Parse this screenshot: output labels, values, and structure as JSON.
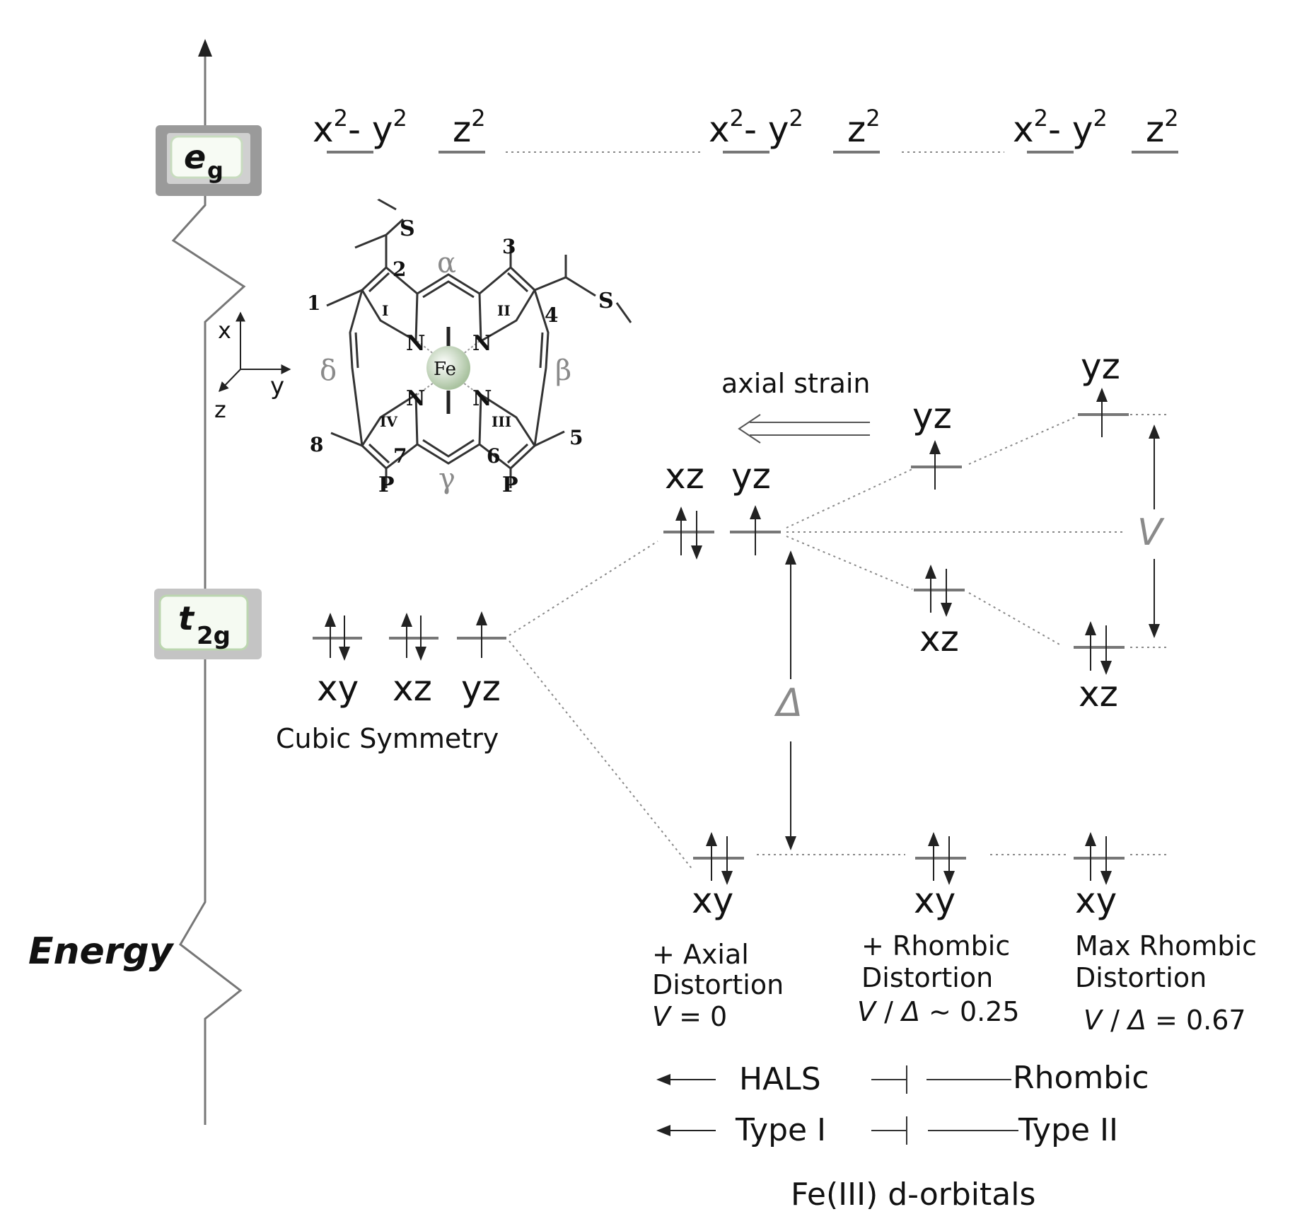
{
  "energy_axis": {
    "label": "Energy"
  },
  "boxes": {
    "eg": "e",
    "eg_sub": "g",
    "t2g": "t",
    "t2g_sub": "2g"
  },
  "eg_levels": {
    "x2y2_base": "x",
    "x2y2_sup": "2",
    "x2y2_mid": "- y",
    "x2y2_sup2": "2",
    "z2_base": "z",
    "z2_sup": "2"
  },
  "porphyrin": {
    "metal": "Fe",
    "nitrogen": "N",
    "sulfur": "S",
    "propionate": "P",
    "positions": [
      "1",
      "2",
      "3",
      "4",
      "5",
      "6",
      "7",
      "8"
    ],
    "rings": [
      "I",
      "II",
      "III",
      "IV"
    ],
    "meso": [
      "α",
      "β",
      "γ",
      "δ"
    ],
    "axes": [
      "x",
      "y",
      "z"
    ]
  },
  "columns": {
    "cubic": {
      "orbitals": [
        "xy",
        "xz",
        "yz"
      ],
      "caption": "Cubic Symmetry"
    },
    "axial": {
      "upper": [
        "xz",
        "yz"
      ],
      "lower": "xy",
      "caption": [
        "+ Axial",
        "Distortion"
      ],
      "param_var": "V",
      "param_rest": " = 0"
    },
    "rhombic": {
      "upper": "yz",
      "middle": "xz",
      "lower": "xy",
      "caption": [
        "+ Rhombic",
        "Distortion"
      ],
      "param_v": "V",
      "param_slash": " / ",
      "param_delta": "Δ",
      "param_rest": " ~ 0.25"
    },
    "max_rhombic": {
      "upper": "yz",
      "middle": "xz",
      "lower": "xy",
      "caption": [
        "Max Rhombic",
        "Distortion"
      ],
      "param_v": "V",
      "param_slash": " / ",
      "param_delta": "Δ",
      "param_rest": " = 0.67"
    }
  },
  "annotations": {
    "axial_strain": "axial strain",
    "V": "V",
    "Delta": "Δ"
  },
  "classification": {
    "row1_left": "HALS",
    "row1_right": "Rhombic",
    "row2_left": "Type I",
    "row2_right": "Type II"
  },
  "title": "Fe(III) d-orbitals"
}
